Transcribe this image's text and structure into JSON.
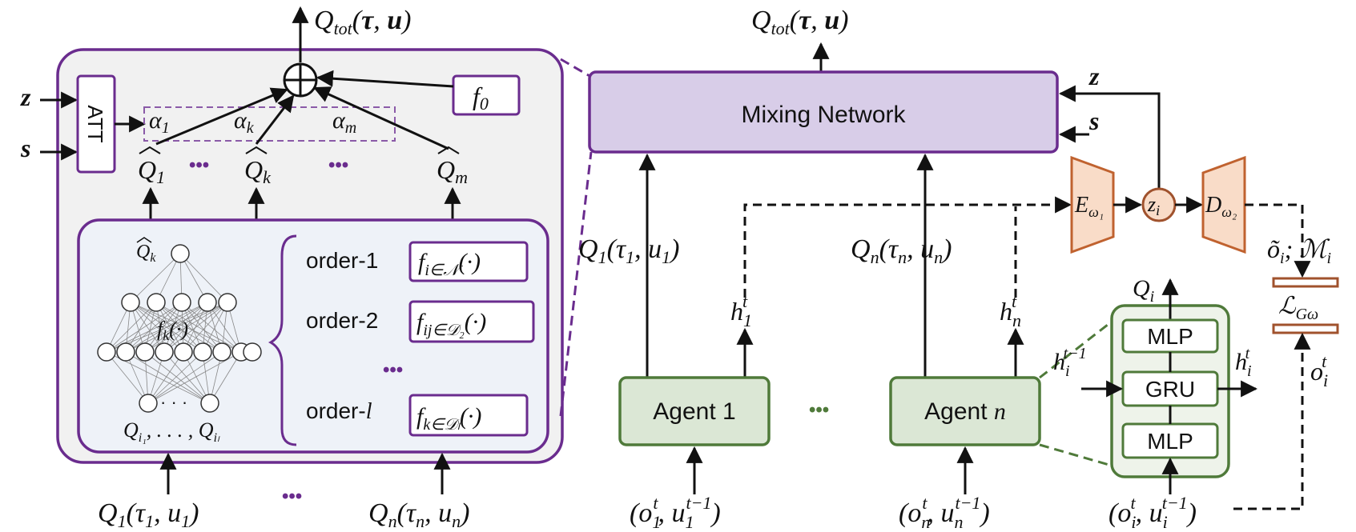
{
  "colors": {
    "purple": "#6a2c8e",
    "purple_fill": "#d8cde8",
    "panel_fill": "#f1f1f1",
    "inner_fill": "#eef2f8",
    "green": "#4f7a3a",
    "green_fill": "#dbe7d5",
    "orange": "#c0622f",
    "orange_fill": "#f9dcc8",
    "brown": "#a0522d"
  },
  "left_panel": {
    "qtot": "Q_tot(τ, u)",
    "z": "z",
    "s": "s",
    "att": "ATT",
    "f0": "f_0",
    "alphas": [
      "α_1",
      "α_k",
      "α_m"
    ],
    "qhats": [
      "Q̂_1",
      "Q̂_k",
      "Q̂_m"
    ],
    "ellipsis": "•••",
    "net_top": "Q̂_k",
    "net_func": "f_k(·)",
    "net_dots": "· · ·",
    "net_bottom": "Q_i1, . . . , Q_il",
    "orders": [
      {
        "label": "order-1",
        "func": "f_i∈N(·)"
      },
      {
        "label": "order-2",
        "func": "f_ij∈D2(·)"
      },
      {
        "label": "order-l",
        "func": "f_k∈Dl(·)"
      }
    ],
    "inputs": [
      "Q_1(τ_1, u_1)",
      "Q_n(τ_n, u_n)"
    ]
  },
  "right_panel": {
    "qtot": "Q_tot(τ, u)",
    "mixing": "Mixing Network",
    "z": "z",
    "s": "s",
    "q1": "Q_1(τ_1, u_1)",
    "qn": "Q_n(τ_n, u_n)",
    "h1": "h_1^t",
    "hn": "h_n^t",
    "agent1": "Agent 1",
    "agentn": "Agent n",
    "obs1": "(o_1^t, u_1^t−1)",
    "obsn": "(o_n^t, u_n^t−1)",
    "encoder": "E_ω1",
    "latent": "z_i",
    "decoder": "D_ω2",
    "recon": "õ_i; M_i",
    "loss": "L_Gω",
    "oi": "o_i^t",
    "qi": "Q_i",
    "hprev": "h_i^t−1",
    "hout": "h_i^t",
    "mlp_top": "MLP",
    "gru": "GRU",
    "mlp_bottom": "MLP",
    "obsi": "(o_i^t, u_i^t−1)"
  }
}
